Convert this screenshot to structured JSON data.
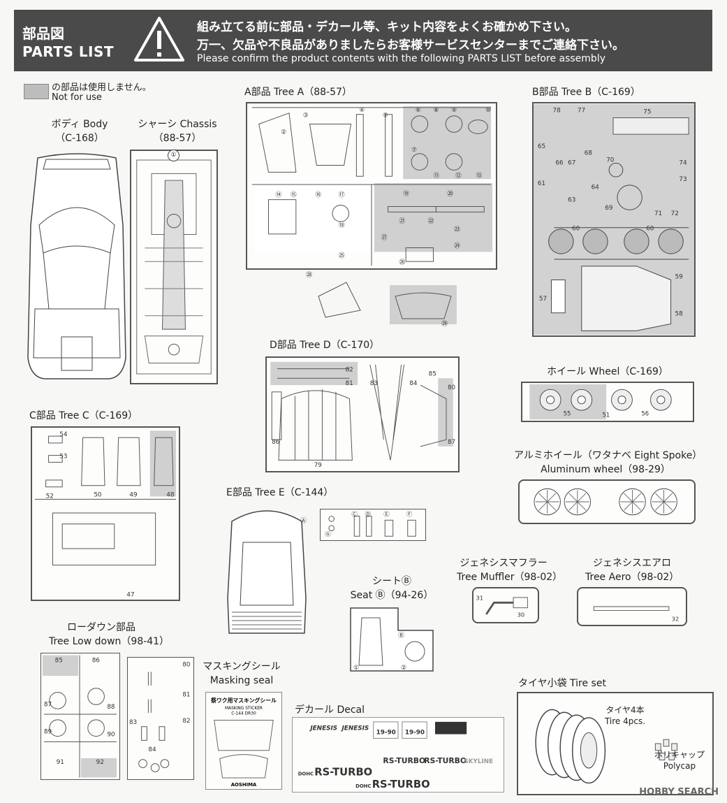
{
  "header": {
    "parts_jp": "部品図",
    "parts_en": "PARTS LIST",
    "notice_jp_1": "組み立てる前に部品・デカール等、キット内容をよくお確かめ下さい。",
    "notice_jp_2": "万一、欠品や不良品がありましたらお客様サービスセンターまでご連絡下さい。",
    "notice_en": "Please confirm the product contents with the following PARTS LIST before assembly"
  },
  "legend": {
    "jp": "の部品は使用しません。",
    "en": "Not for use",
    "swatch_color": "#bdbdbd"
  },
  "sections": {
    "body": {
      "jp": "ボディ Body",
      "code": "（C-168）"
    },
    "chassis": {
      "jp": "シャーシ Chassis",
      "code": "（88-57）"
    },
    "tree_a": {
      "label": "A部品 Tree A（88-57）"
    },
    "tree_b": {
      "label": "B部品 Tree B（C-169）"
    },
    "tree_c": {
      "label": "C部品 Tree C（C-169）"
    },
    "tree_d": {
      "label": "D部品 Tree D（C-170）"
    },
    "tree_e": {
      "label": "E部品 Tree E（C-144）"
    },
    "wheel": {
      "label": "ホイール Wheel（C-169）"
    },
    "alu_wheel": {
      "jp": "アルミホイール（ワタナベ Eight Spoke）",
      "en": "Aluminum wheel（98-29）"
    },
    "muffler": {
      "jp": "ジェネシスマフラー",
      "en": "Tree Muffler（98-02）"
    },
    "aero": {
      "jp": "ジェネシスエアロ",
      "en": "Tree Aero（98-02）"
    },
    "seat": {
      "jp": "シートⒷ",
      "en": "Seat Ⓑ（94-26）"
    },
    "lowdown": {
      "jp": "ローダウン部品",
      "en": "Tree Low down（98-41）"
    },
    "masking": {
      "jp": "マスキングシール",
      "en": "Masking seal"
    },
    "decal": {
      "label": "デカール Decal"
    },
    "tire": {
      "label": "タイヤ小袋 Tire set",
      "tire_jp": "タイヤ4本",
      "tire_en": "Tire 4pcs.",
      "poly_jp": "ポリキャップ",
      "poly_en": "Polycap"
    }
  },
  "decal_texts": {
    "jenesis": "JENESIS",
    "rs_turbo": "RS-TURBO",
    "dohc": "DOHC",
    "num": "19-90",
    "skyline": "SKYLINE"
  },
  "masking_texts": {
    "title": "祭ワク用マスキングシール",
    "sub": "MASKING STICKER",
    "code": "C-144 DR30",
    "brand": "AOSHIMA"
  },
  "part_numbers": {
    "chassis": "①",
    "tree_d_bottom": "79",
    "tree_c_47": "47"
  },
  "watermark": "HOBBY SEARCH"
}
